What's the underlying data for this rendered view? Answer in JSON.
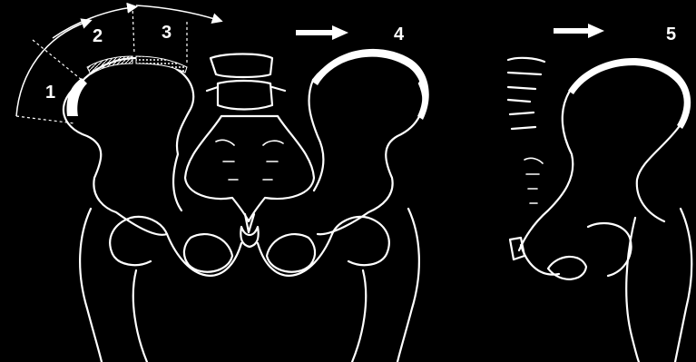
{
  "stage_labels": {
    "s1": "1",
    "s2": "2",
    "s3": "3",
    "s4": "4",
    "s5": "5"
  },
  "colors": {
    "background": "#000000",
    "line": "#ffffff"
  }
}
